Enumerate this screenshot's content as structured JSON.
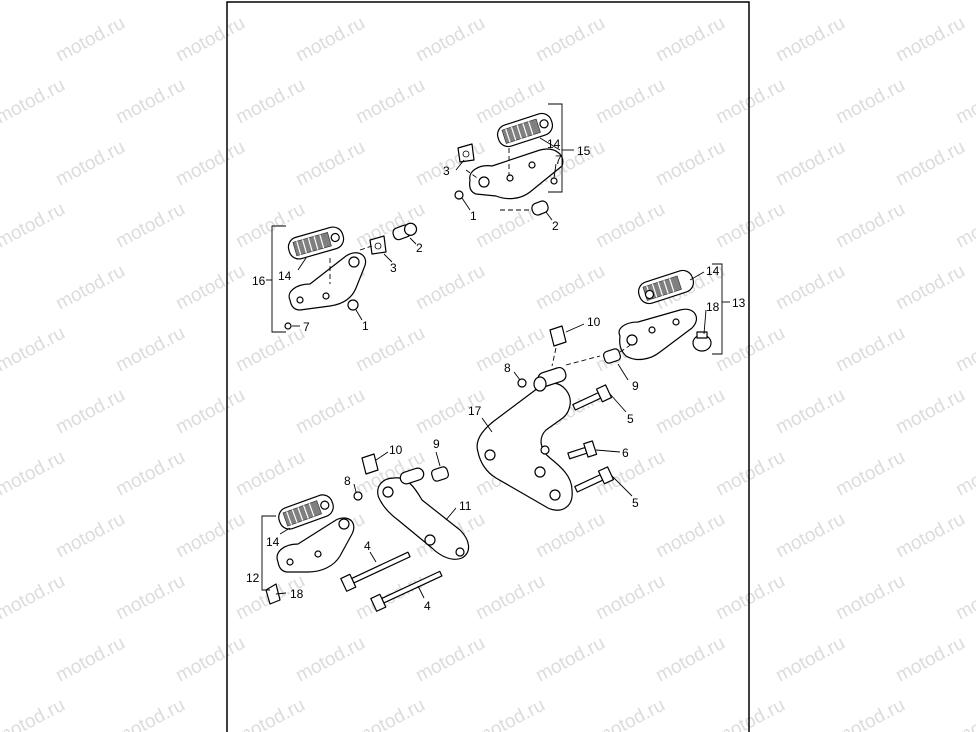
{
  "diagram": {
    "watermark_text": "motod.ru",
    "callouts": [
      {
        "id": "c15",
        "label": "15"
      },
      {
        "id": "c14a",
        "label": "14"
      },
      {
        "id": "c7a",
        "label": "7"
      },
      {
        "id": "c3a",
        "label": "3"
      },
      {
        "id": "c1a",
        "label": "1"
      },
      {
        "id": "c2a",
        "label": "2"
      },
      {
        "id": "c16",
        "label": "16"
      },
      {
        "id": "c14b",
        "label": "14"
      },
      {
        "id": "c2b",
        "label": "2"
      },
      {
        "id": "c3b",
        "label": "3"
      },
      {
        "id": "c1b",
        "label": "1"
      },
      {
        "id": "c7b",
        "label": "7"
      },
      {
        "id": "c14c",
        "label": "14"
      },
      {
        "id": "c18a",
        "label": "18"
      },
      {
        "id": "c13",
        "label": "13"
      },
      {
        "id": "c10a",
        "label": "10"
      },
      {
        "id": "c8a",
        "label": "8"
      },
      {
        "id": "c9a",
        "label": "9"
      },
      {
        "id": "c17",
        "label": "17"
      },
      {
        "id": "c5a",
        "label": "5"
      },
      {
        "id": "c6",
        "label": "6"
      },
      {
        "id": "c5b",
        "label": "5"
      },
      {
        "id": "c10b",
        "label": "10"
      },
      {
        "id": "c9b",
        "label": "9"
      },
      {
        "id": "c8b",
        "label": "8"
      },
      {
        "id": "c11",
        "label": "11"
      },
      {
        "id": "c14d",
        "label": "14"
      },
      {
        "id": "c12",
        "label": "12"
      },
      {
        "id": "c4a",
        "label": "4"
      },
      {
        "id": "c4b",
        "label": "4"
      },
      {
        "id": "c18b",
        "label": "18"
      }
    ]
  }
}
